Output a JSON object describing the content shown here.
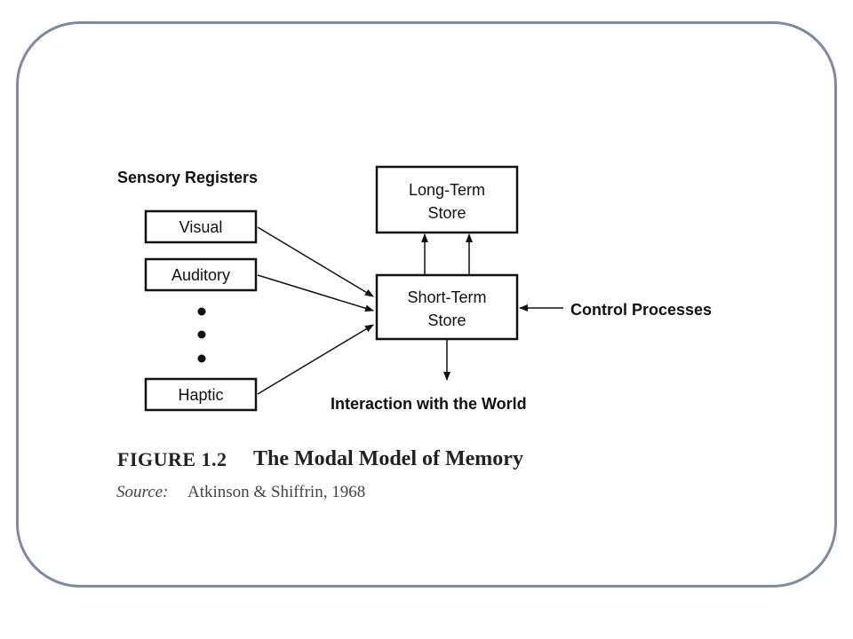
{
  "diagram": {
    "sensory_registers_label": "Sensory Registers",
    "registers": {
      "visual": "Visual",
      "auditory": "Auditory",
      "haptic": "Haptic"
    },
    "long_term_store": {
      "line1": "Long-Term",
      "line2": "Store"
    },
    "short_term_store": {
      "line1": "Short-Term",
      "line2": "Store"
    },
    "control_processes_label": "Control Processes",
    "interaction_label": "Interaction with the World"
  },
  "caption": {
    "figure_number": "FIGURE 1.2",
    "title": "The Modal Model of Memory",
    "source_label": "Source:",
    "source_text": "Atkinson & Shiffrin, 1968"
  },
  "colors": {
    "frame_border": "#7f8aa0",
    "ink": "#111111"
  }
}
